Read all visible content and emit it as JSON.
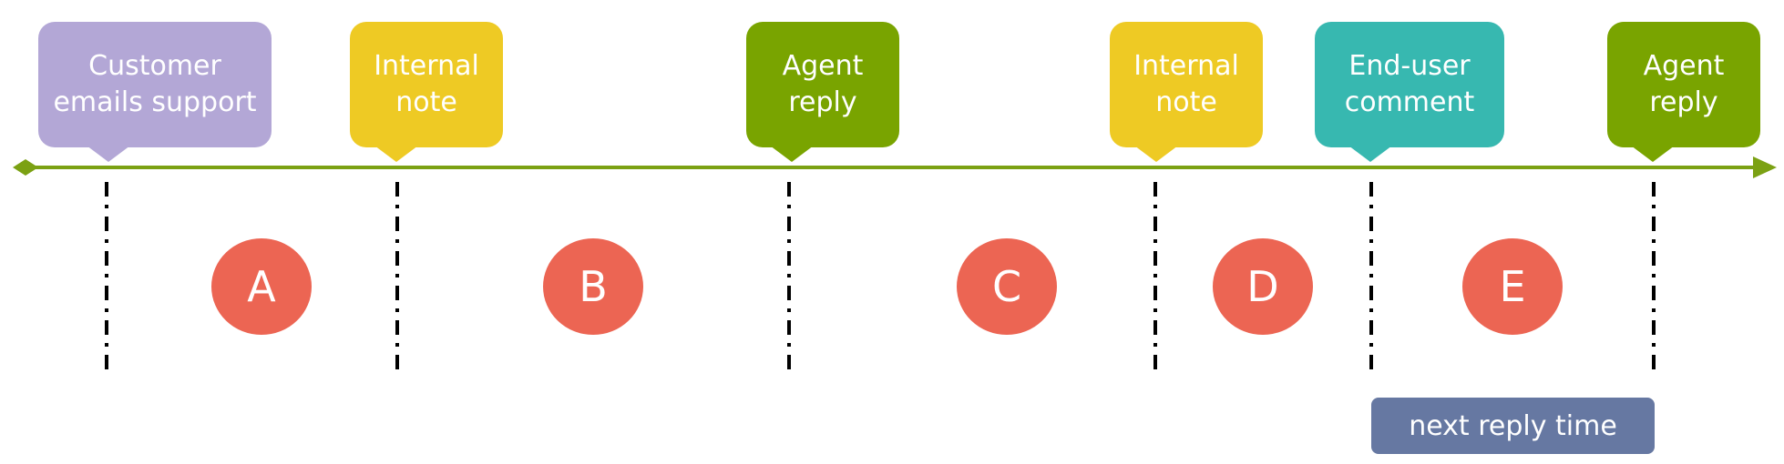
{
  "colors": {
    "axis": "#7ba113",
    "customer": "#b3a7d6",
    "internal": "#eeca24",
    "agent": "#79a400",
    "enduser": "#37b8b0",
    "segment": "#ec6553",
    "tag": "#6678a2",
    "divider": "#000000"
  },
  "events": [
    {
      "label": "Customer\nemails support",
      "color_key": "customer"
    },
    {
      "label": "Internal\nnote",
      "color_key": "internal"
    },
    {
      "label": "Agent\nreply",
      "color_key": "agent"
    },
    {
      "label": "Internal\nnote",
      "color_key": "internal"
    },
    {
      "label": "End-user\ncomment",
      "color_key": "enduser"
    },
    {
      "label": "Agent\nreply",
      "color_key": "agent"
    }
  ],
  "segments": [
    "A",
    "B",
    "C",
    "D",
    "E"
  ],
  "tag_label": "next reply time"
}
